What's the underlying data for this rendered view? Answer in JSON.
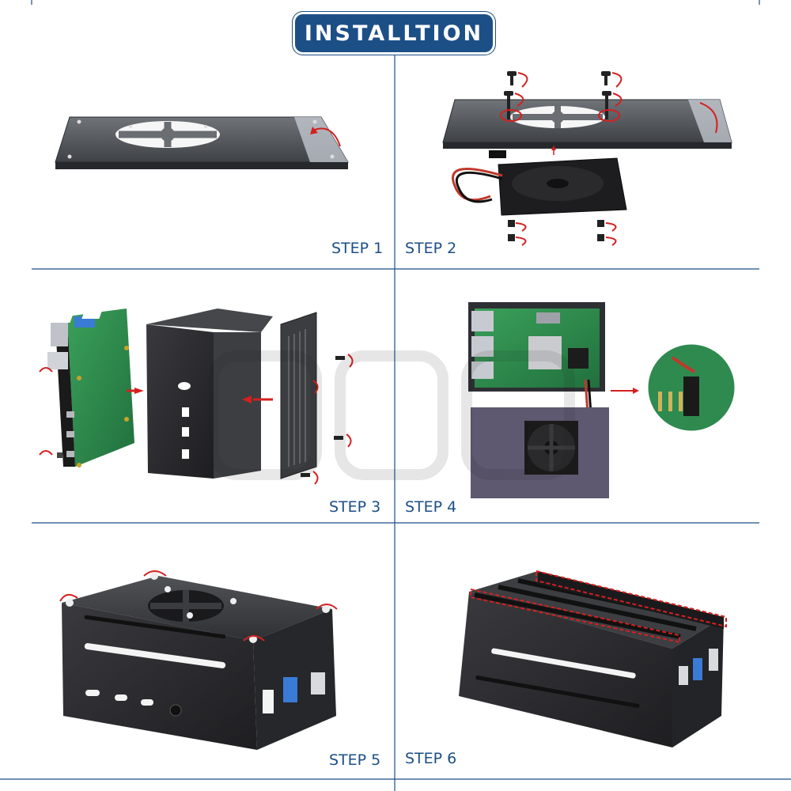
{
  "header": {
    "title": "INSTALLTION"
  },
  "steps": [
    {
      "label": "STEP 1"
    },
    {
      "label": "STEP 2"
    },
    {
      "label": "STEP 3"
    },
    {
      "label": "STEP 4"
    },
    {
      "label": "STEP 5"
    },
    {
      "label": "STEP 6"
    }
  ],
  "colors": {
    "accent": "#1c4f86",
    "arrow_red": "#d42020",
    "case_black": "#2b2b2e",
    "pcb_green": "#2f8a4f",
    "plate_purple": "#5e5870"
  },
  "icons": [
    "rotate-arrow-icon",
    "screw-icon",
    "fan-icon",
    "arrow-right-icon",
    "watermark-logo"
  ]
}
